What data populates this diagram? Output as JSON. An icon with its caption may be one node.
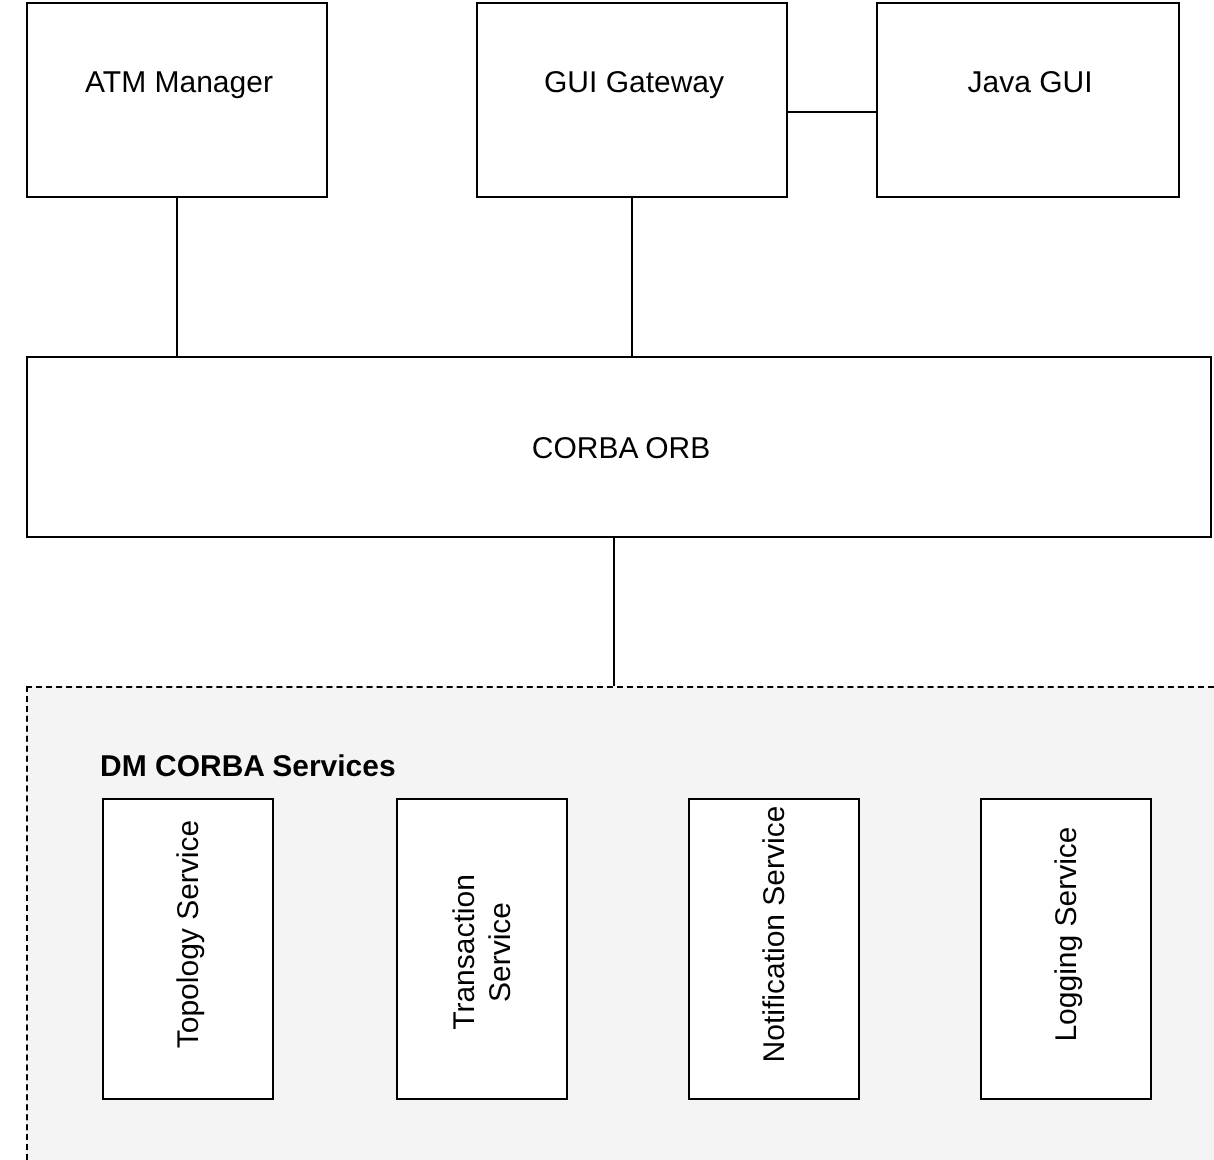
{
  "diagram": {
    "nodes": [
      {
        "text": [
          "ATM Manager"
        ]
      },
      {
        "text": [
          "GUI Gateway"
        ]
      },
      {
        "text": [
          "Java GUI"
        ]
      },
      {
        "text": [
          "CORBA ORB"
        ]
      },
      {
        "text": [
          "DM CORBA Services"
        ]
      },
      {
        "text": [
          "Topology Service"
        ],
        "in": 4
      },
      {
        "text": [
          "Transaction Service"
        ],
        "in": 4
      },
      {
        "text": [
          "Notification Service"
        ],
        "in": 4
      },
      {
        "text": [
          "Logging Service"
        ],
        "in": 4
      }
    ],
    "edges": [
      {
        "from": 1,
        "to": 2,
        "arrow": "none"
      },
      {
        "from": 0,
        "to": 3,
        "arrow": "none"
      },
      {
        "from": 1,
        "to": 3,
        "arrow": "none"
      },
      {
        "from": 3,
        "to": 4,
        "arrow": "none"
      }
    ]
  }
}
